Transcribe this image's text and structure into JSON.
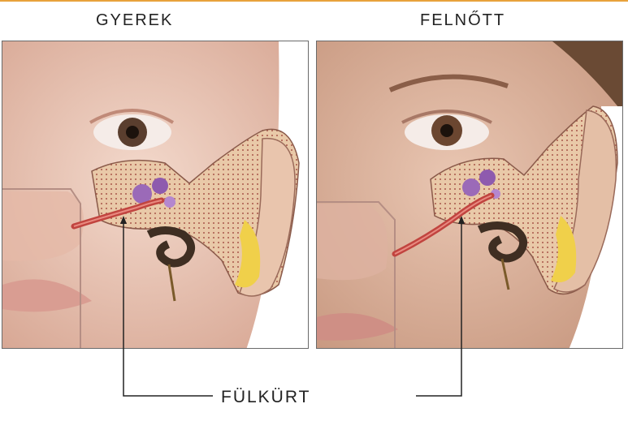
{
  "labels": {
    "child": "GYEREK",
    "adult": "FELNŐTT",
    "callout": "FÜLKÜRT"
  },
  "colors": {
    "accent_line": "#e8a23c",
    "skin_light": "#efd3c6",
    "skin_mid": "#d9a996",
    "bone": "#e8c9a6",
    "tube": "#c1443f",
    "ossicles": "#9b6ab8",
    "fluid": "#f0d04a",
    "leader_line": "#222222"
  },
  "icons": {
    "child_panel": "child-face-ear-anatomy-illustration",
    "adult_panel": "adult-face-ear-anatomy-illustration"
  }
}
